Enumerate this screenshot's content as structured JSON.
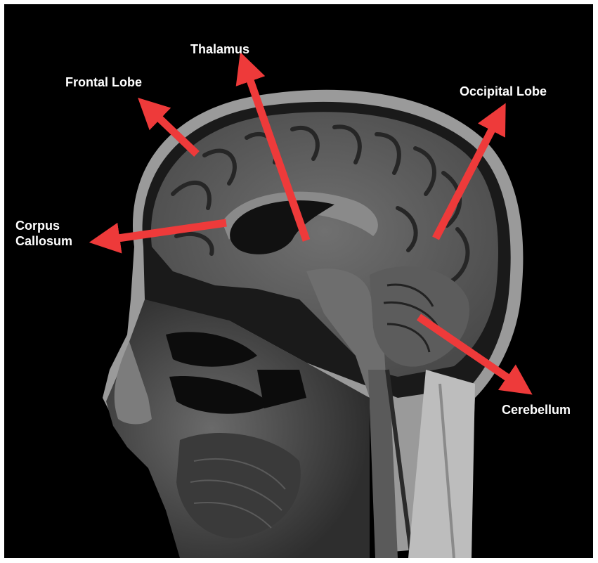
{
  "labels": {
    "frontal_lobe": "Frontal Lobe",
    "thalamus": "Thalamus",
    "occipital_lobe": "Occipital Lobe",
    "corpus_callosum_line1": "Corpus",
    "corpus_callosum_line2": "Callosum",
    "cerebellum": "Cerebellum"
  },
  "colors": {
    "background": "#000000",
    "arrow": "#ee3a3a",
    "label_text": "#ffffff",
    "tissue_gray": "#5a5a5a",
    "scalp_light": "#bdbdbd"
  }
}
